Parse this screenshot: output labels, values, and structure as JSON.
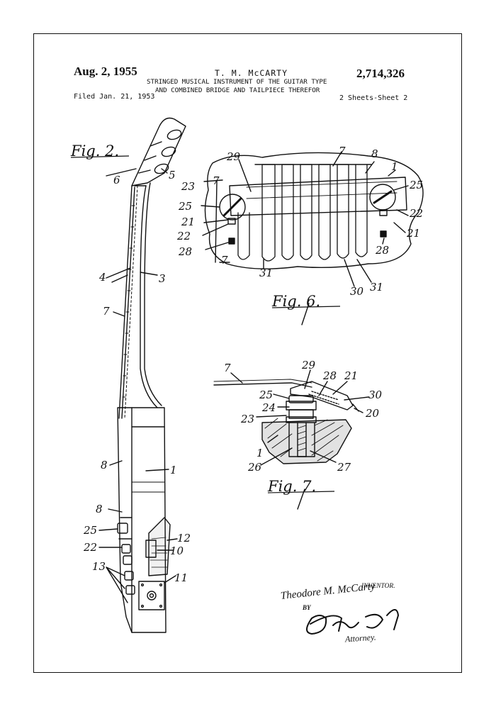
{
  "header": {
    "date": "Aug. 2, 1955",
    "inventor": "T. M. McCARTY",
    "patent_number": "2,714,326",
    "title_line1": "STRINGED MUSICAL INSTRUMENT OF THE GUITAR TYPE",
    "title_line2": "AND COMBINED BRIDGE AND TAILPIECE THEREFOR",
    "filed": "Filed Jan. 21, 1953",
    "sheets": "2 Sheets-Sheet 2"
  },
  "figures": {
    "fig2": "Fig. 2.",
    "fig6": "Fig. 6.",
    "fig7": "Fig. 7."
  },
  "labels": {
    "fig2": [
      "6",
      "5",
      "4",
      "3",
      "7",
      "8",
      "1",
      "8",
      "25",
      "22",
      "12",
      "10",
      "13",
      "11"
    ],
    "fig6": [
      "29",
      "7",
      "8",
      "1",
      "25",
      "22",
      "21",
      "23",
      "7",
      "25",
      "21",
      "22",
      "28",
      "28",
      "7",
      "31",
      "30",
      "31"
    ],
    "fig7": [
      "7",
      "29",
      "28",
      "21",
      "25",
      "30",
      "24",
      "20",
      "23",
      "1",
      "26",
      "27"
    ]
  },
  "signature": {
    "inventor_label": "INVENTOR.",
    "inventor_name": "Theodore M. McCarty",
    "by": "BY",
    "attorney_signature": "Otis A. Earl",
    "attorney_title": "Attorney."
  }
}
